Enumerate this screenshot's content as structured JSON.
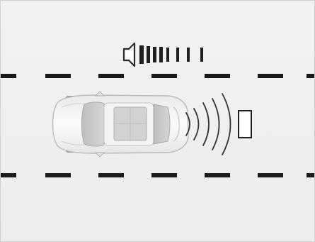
{
  "illustration": {
    "subject": "parking-sensor-obstacle-warning",
    "icons": [
      "speaker-icon",
      "warning-beep-bars",
      "car-top-view",
      "ultrasonic-waves",
      "obstacle-marker"
    ],
    "colors": {
      "background": "#efefef",
      "lane_dash": "#1a1a1a",
      "speaker": "#2a2a2a",
      "waves": "#333333",
      "car_body": "#f7f7f7",
      "car_outline": "#b9b9b9",
      "glass": "#c9c9c9"
    },
    "beep_bar_count": 8,
    "wave_count": 5
  }
}
